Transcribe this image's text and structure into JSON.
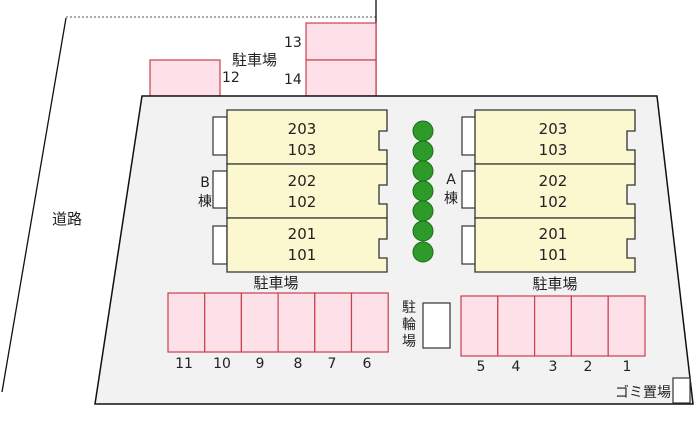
{
  "road_label": "道路",
  "parking_label": "駐車場",
  "bike_parking_label": [
    "駐",
    "輪",
    "場"
  ],
  "garbage_label": "ゴミ置場",
  "buildings": {
    "B": {
      "label": [
        "B",
        "棟"
      ],
      "units": [
        [
          "203",
          "103"
        ],
        [
          "202",
          "102"
        ],
        [
          "201",
          "101"
        ]
      ]
    },
    "A": {
      "label": [
        "A",
        "棟"
      ],
      "units": [
        [
          "203",
          "103"
        ],
        [
          "202",
          "102"
        ],
        [
          "201",
          "101"
        ]
      ]
    }
  },
  "parking_top": [
    "12",
    "13",
    "14"
  ],
  "parking_left": [
    "11",
    "10",
    "9",
    "8",
    "7",
    "6"
  ],
  "parking_right": [
    "5",
    "4",
    "3",
    "2",
    "1"
  ],
  "colors": {
    "building": "#fbf7cf",
    "parking": "#fde0e8",
    "parking_border": "#c8404f",
    "tree": "#2e9a2a",
    "lot": "#f2f2f2"
  }
}
